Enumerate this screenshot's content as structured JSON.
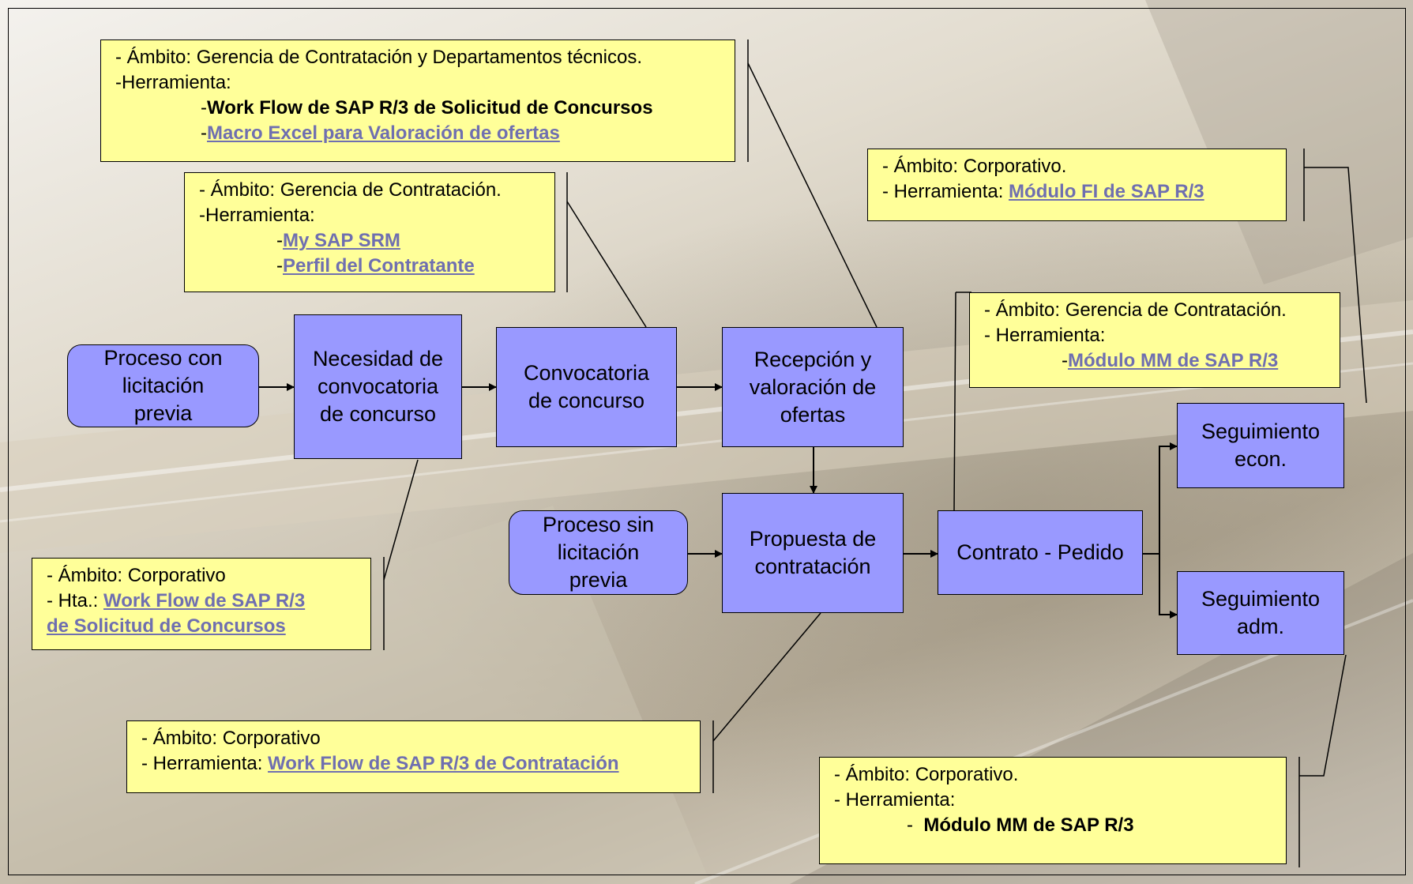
{
  "nodes": {
    "proceso_con": "Proceso con\nlicitación\nprevia",
    "necesidad": "Necesidad de\nconvocatoria\nde concurso",
    "convocatoria": "Convocatoria\nde concurso",
    "recepcion": "Recepción y\nvaloración de\nofertas",
    "proceso_sin": "Proceso sin\nlicitación\nprevia",
    "propuesta": "Propuesta de\ncontratación",
    "contrato": "Contrato - Pedido",
    "seg_econ": "Seguimiento econ.",
    "seg_adm": "Seguimiento adm."
  },
  "notes": {
    "top": {
      "l1": "- Ámbito: Gerencia de Contratación y Departamentos técnicos.",
      "l2": "-Herramienta:",
      "l3_prefix": "-",
      "l3_bold": "Work Flow de SAP R/3 de Solicitud de Concursos",
      "l4_prefix": "-",
      "l4_link": "Macro Excel para Valoración de ofertas"
    },
    "srm": {
      "l1": "- Ámbito: Gerencia de Contratación.",
      "l2": "-Herramienta:",
      "l3_prefix": "-",
      "l3_link": "My SAP SRM",
      "l4_prefix": "-",
      "l4_link": "Perfil del Contratante"
    },
    "fi": {
      "l1": "- Ámbito: Corporativo.",
      "l2_prefix": "- Herramienta: ",
      "l2_link": "Módulo FI de SAP R/3"
    },
    "mm_top": {
      "l1": "- Ámbito: Gerencia de Contratación.",
      "l2": "- Herramienta:",
      "l3_prefix": "-",
      "l3_link": "Módulo MM de SAP R/3"
    },
    "left": {
      "l1": "- Ámbito: Corporativo",
      "l2_prefix": "- Hta.: ",
      "l2_link": "Work Flow de SAP R/3",
      "l3_link": "de Solicitud de Concursos"
    },
    "bottom": {
      "l1": "- Ámbito: Corporativo",
      "l2_prefix": "- Herramienta: ",
      "l2_link": "Work Flow de SAP R/3 de Contratación"
    },
    "mm_bottom": {
      "l1": "- Ámbito: Corporativo.",
      "l2": "- Herramienta:",
      "l3_prefix": "-  ",
      "l3_bold": "Módulo MM de SAP R/3"
    }
  },
  "colors": {
    "process_fill": "#9999ff",
    "note_fill": "#ffff99",
    "link_text": "#6f6fb0"
  }
}
